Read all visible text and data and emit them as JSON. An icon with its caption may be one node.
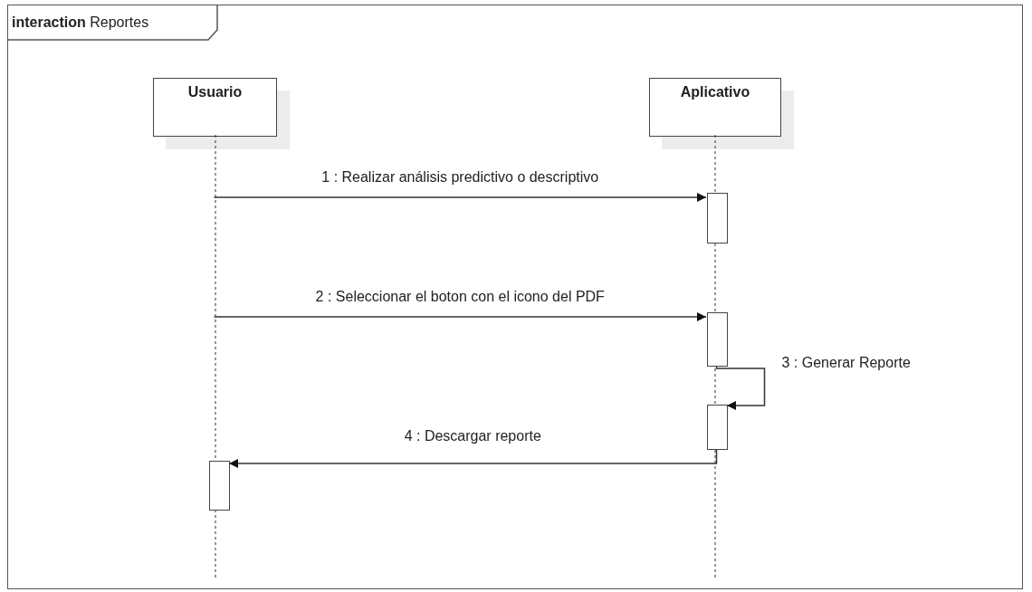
{
  "diagram": {
    "nodes": [
      {
        "text": [
          "**interaction** Reportes"
        ]
      },
      {
        "text": [
          "Usuario"
        ],
        "in": 0
      },
      {
        "text": [
          "Aplicativo"
        ],
        "in": 0
      },
      {
        "text": [],
        "shape": "bar",
        "in": 2
      },
      {
        "text": [],
        "shape": "bar",
        "in": 2
      },
      {
        "text": [],
        "shape": "bar",
        "in": 2
      },
      {
        "text": [],
        "shape": "bar",
        "in": 1
      }
    ],
    "edges": [
      {
        "from": 1,
        "to": 3,
        "arrow": "to",
        "label": "1 : Realizar análisis predictivo o descriptivo"
      },
      {
        "from": 1,
        "to": 4,
        "arrow": "to",
        "label": "2 : Seleccionar el boton con el icono del PDF"
      },
      {
        "from": 4,
        "to": 5,
        "arrow": "to",
        "label": "3 : Generar Reporte"
      },
      {
        "from": 5,
        "to": 6,
        "arrow": "to",
        "label": "4 : Descargar reporte"
      }
    ]
  }
}
